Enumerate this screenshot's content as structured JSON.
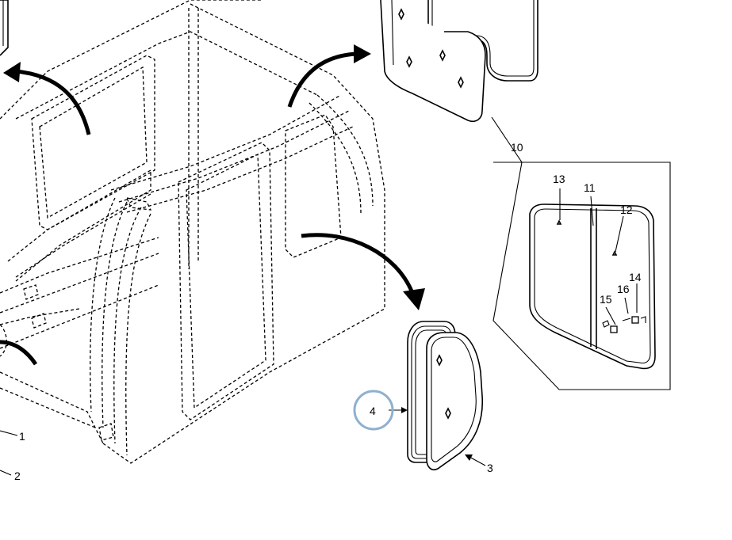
{
  "labels": {
    "p1": "1",
    "p2": "2",
    "p3": "3",
    "p4": "4",
    "p10": "10",
    "p11": "11",
    "p12": "12",
    "p13": "13",
    "p14": "14",
    "p15": "15",
    "p16": "16"
  },
  "colors": {
    "line": "#000000",
    "background": "#ffffff",
    "highlight_ring": "#8fb0d0"
  }
}
